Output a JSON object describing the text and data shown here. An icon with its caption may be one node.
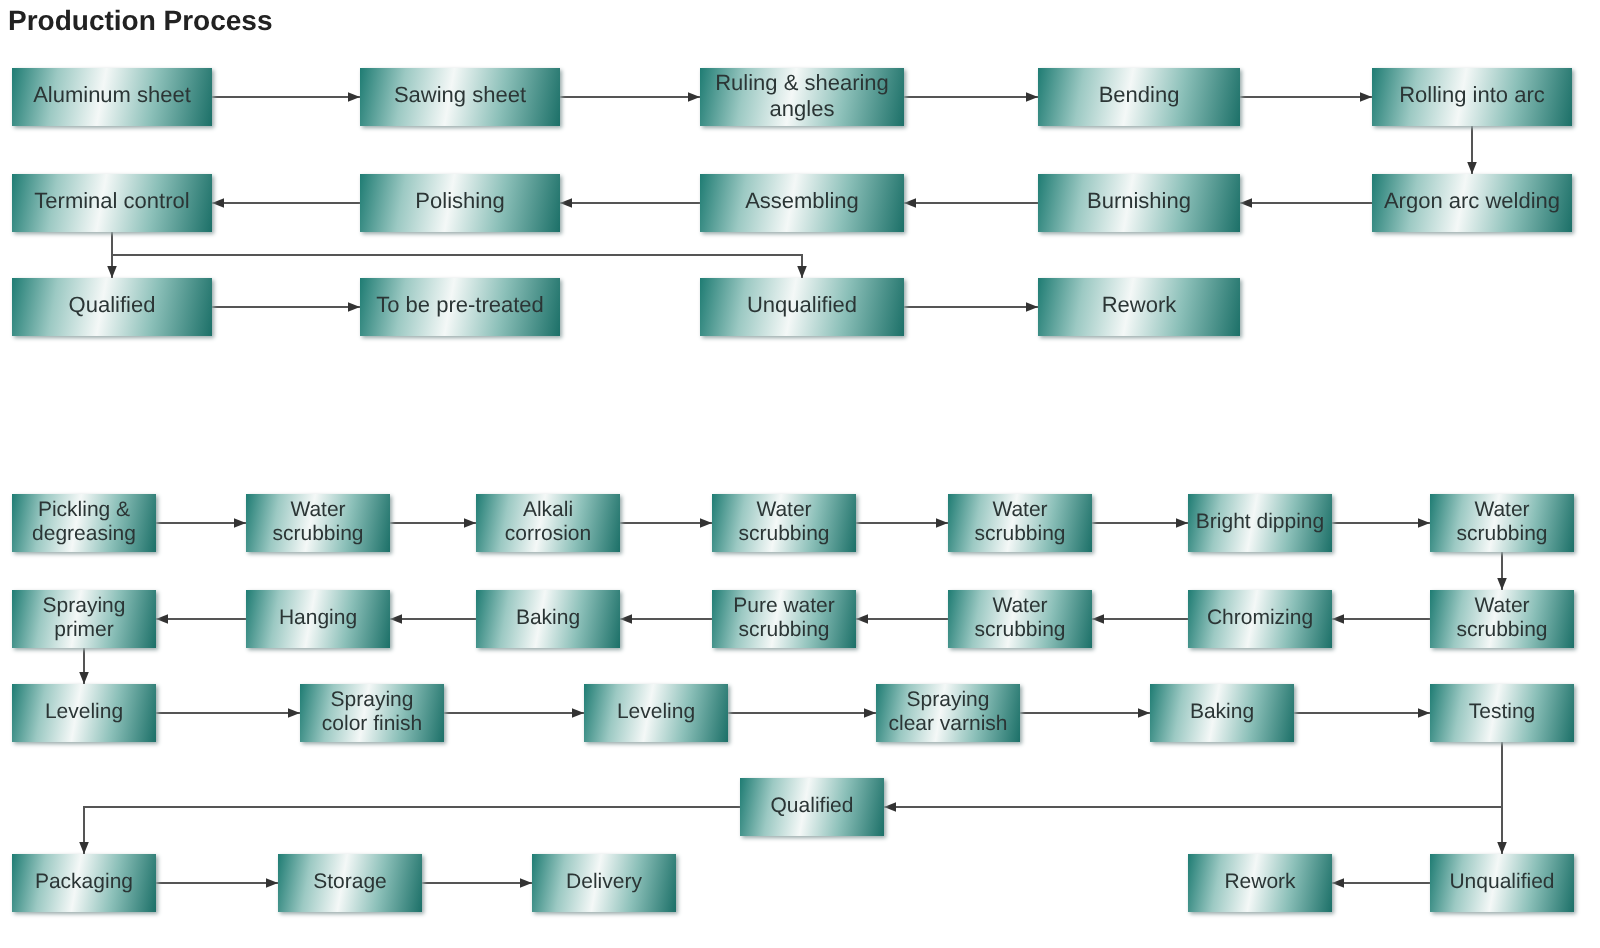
{
  "diagram": {
    "title": "Production Process",
    "nodes": [
      {
        "text": [
          "Aluminum sheet"
        ]
      },
      {
        "text": [
          "Sawing sheet"
        ]
      },
      {
        "text": [
          "Ruling & shearing angles"
        ]
      },
      {
        "text": [
          "Bending"
        ]
      },
      {
        "text": [
          "Rolling into arc"
        ]
      },
      {
        "text": [
          "Argon arc welding"
        ]
      },
      {
        "text": [
          "Burnishing"
        ]
      },
      {
        "text": [
          "Assembling"
        ]
      },
      {
        "text": [
          "Polishing"
        ]
      },
      {
        "text": [
          "Terminal control"
        ]
      },
      {
        "text": [
          "Qualified"
        ]
      },
      {
        "text": [
          "To be pre-treated"
        ]
      },
      {
        "text": [
          "Unqualified"
        ]
      },
      {
        "text": [
          "Rework"
        ]
      },
      {
        "text": [
          "Pickling & degreasing"
        ]
      },
      {
        "text": [
          "Water scrubbing"
        ]
      },
      {
        "text": [
          "Alkali corrosion"
        ]
      },
      {
        "text": [
          "Water scrubbing"
        ]
      },
      {
        "text": [
          "Water scrubbing"
        ]
      },
      {
        "text": [
          "Bright dipping"
        ]
      },
      {
        "text": [
          "Water scrubbing"
        ]
      },
      {
        "text": [
          "Water scrubbing"
        ]
      },
      {
        "text": [
          "Chromizing"
        ]
      },
      {
        "text": [
          "Water scrubbing"
        ]
      },
      {
        "text": [
          "Pure water scrubbing"
        ]
      },
      {
        "text": [
          "Baking"
        ]
      },
      {
        "text": [
          "Hanging"
        ]
      },
      {
        "text": [
          "Spraying primer"
        ]
      },
      {
        "text": [
          "Leveling"
        ]
      },
      {
        "text": [
          "Spraying color finish"
        ]
      },
      {
        "text": [
          "Leveling"
        ]
      },
      {
        "text": [
          "Spraying clear varnish"
        ]
      },
      {
        "text": [
          "Baking"
        ]
      },
      {
        "text": [
          "Testing"
        ]
      },
      {
        "text": [
          "Qualified"
        ]
      },
      {
        "text": [
          "Packaging"
        ]
      },
      {
        "text": [
          "Storage"
        ]
      },
      {
        "text": [
          "Delivery"
        ]
      },
      {
        "text": [
          "Rework"
        ]
      },
      {
        "text": [
          "Unqualified"
        ]
      }
    ],
    "edges": [
      {
        "from": 0,
        "to": 1,
        "arrow": "to"
      },
      {
        "from": 1,
        "to": 2,
        "arrow": "to"
      },
      {
        "from": 2,
        "to": 3,
        "arrow": "to"
      },
      {
        "from": 3,
        "to": 4,
        "arrow": "to"
      },
      {
        "from": 4,
        "to": 5,
        "arrow": "to"
      },
      {
        "from": 5,
        "to": 6,
        "arrow": "to"
      },
      {
        "from": 6,
        "to": 7,
        "arrow": "to"
      },
      {
        "from": 7,
        "to": 8,
        "arrow": "to"
      },
      {
        "from": 8,
        "to": 9,
        "arrow": "to"
      },
      {
        "from": 9,
        "to": 10,
        "arrow": "to"
      },
      {
        "from": 9,
        "to": 12,
        "arrow": "to"
      },
      {
        "from": 10,
        "to": 11,
        "arrow": "to"
      },
      {
        "from": 12,
        "to": 13,
        "arrow": "to"
      },
      {
        "from": 14,
        "to": 15,
        "arrow": "to"
      },
      {
        "from": 15,
        "to": 16,
        "arrow": "to"
      },
      {
        "from": 16,
        "to": 17,
        "arrow": "to"
      },
      {
        "from": 17,
        "to": 18,
        "arrow": "to"
      },
      {
        "from": 18,
        "to": 19,
        "arrow": "to"
      },
      {
        "from": 19,
        "to": 20,
        "arrow": "to"
      },
      {
        "from": 20,
        "to": 21,
        "arrow": "to"
      },
      {
        "from": 21,
        "to": 22,
        "arrow": "to"
      },
      {
        "from": 22,
        "to": 23,
        "arrow": "to"
      },
      {
        "from": 23,
        "to": 24,
        "arrow": "to"
      },
      {
        "from": 24,
        "to": 25,
        "arrow": "to"
      },
      {
        "from": 25,
        "to": 26,
        "arrow": "to"
      },
      {
        "from": 26,
        "to": 27,
        "arrow": "to"
      },
      {
        "from": 27,
        "to": 28,
        "arrow": "to"
      },
      {
        "from": 28,
        "to": 29,
        "arrow": "to"
      },
      {
        "from": 29,
        "to": 30,
        "arrow": "to"
      },
      {
        "from": 30,
        "to": 31,
        "arrow": "to"
      },
      {
        "from": 31,
        "to": 32,
        "arrow": "to"
      },
      {
        "from": 32,
        "to": 33,
        "arrow": "to"
      },
      {
        "from": 33,
        "to": 34,
        "arrow": "to"
      },
      {
        "from": 33,
        "to": 39,
        "arrow": "to"
      },
      {
        "from": 34,
        "to": 35,
        "arrow": "to"
      },
      {
        "from": 35,
        "to": 36,
        "arrow": "to"
      },
      {
        "from": 36,
        "to": 37,
        "arrow": "to"
      },
      {
        "from": 39,
        "to": 38,
        "arrow": "to"
      }
    ]
  }
}
